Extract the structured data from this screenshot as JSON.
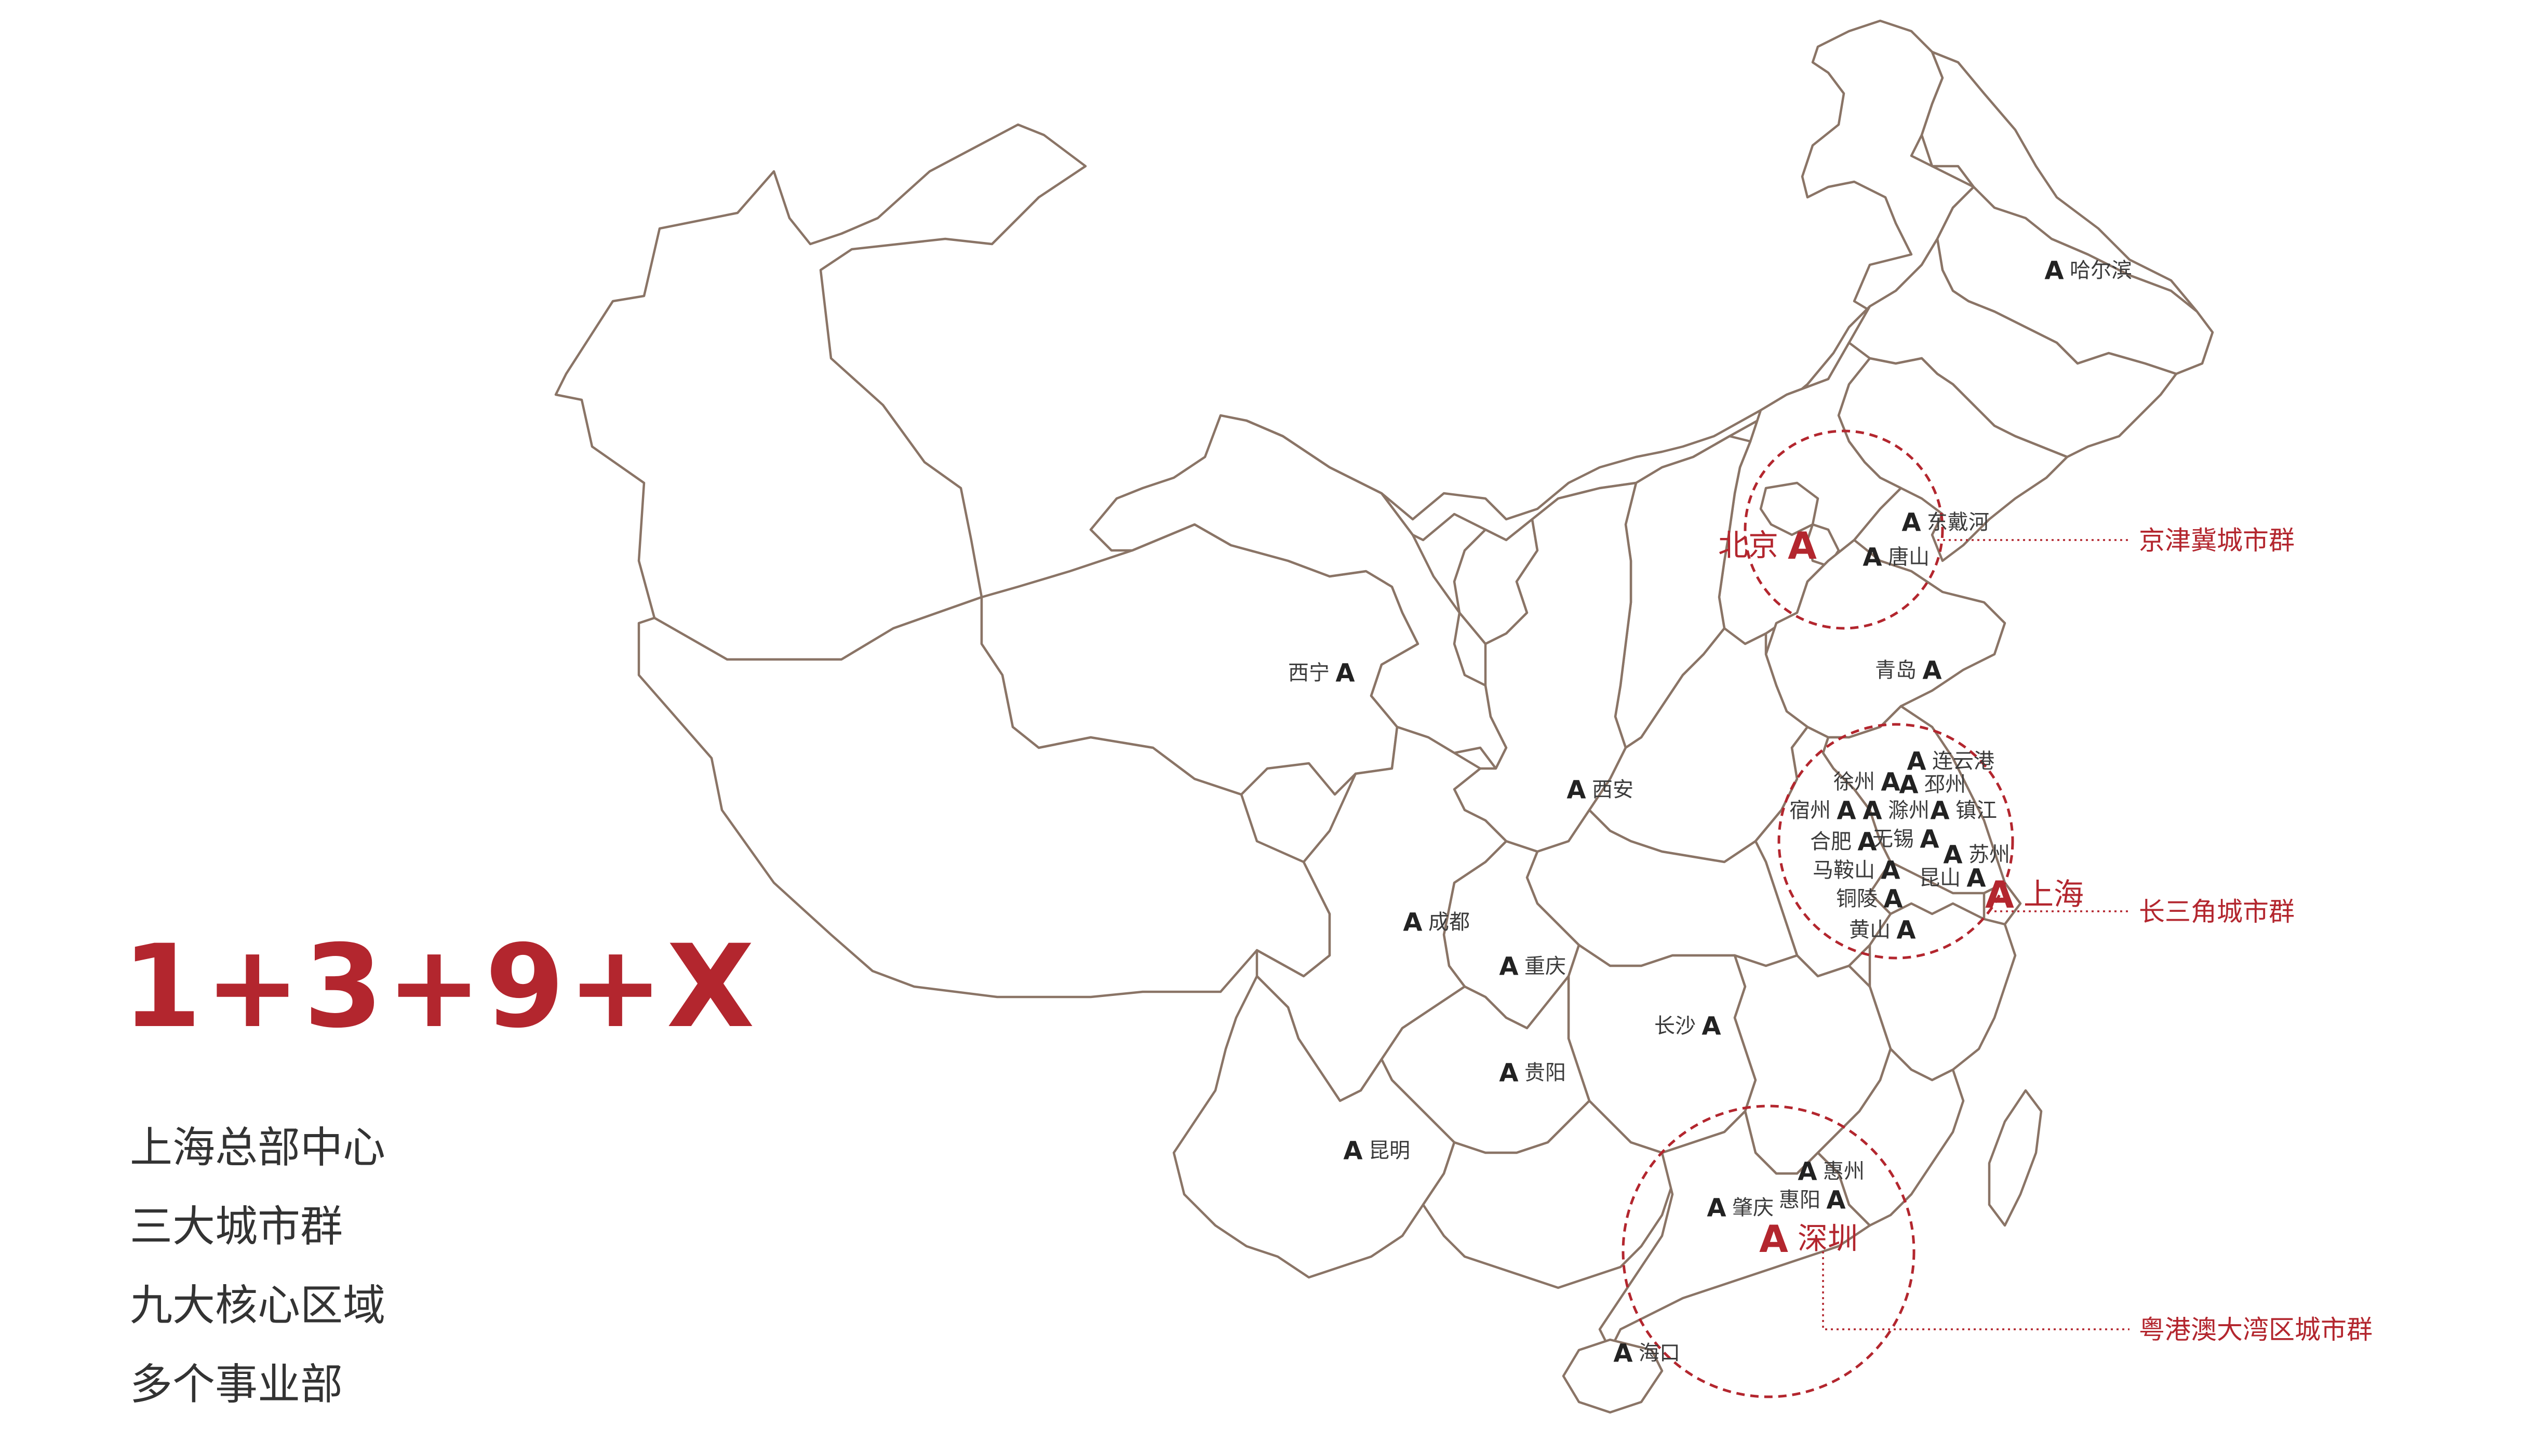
{
  "headline": "1+3+9+X",
  "summary": [
    "上海总部中心",
    "三大城市群",
    "九大核心区域",
    "多个事业部"
  ],
  "pin_icon": "company-a-logo-icon",
  "colors": {
    "accent": "#b3262e",
    "border": "#8a7466",
    "text": "#333333"
  },
  "clusters": [
    {
      "id": "jing-jin-ji",
      "name": "京津冀城市群"
    },
    {
      "id": "yangtze-delta",
      "name": "长三角城市群"
    },
    {
      "id": "greater-bay",
      "name": "粤港澳大湾区城市群"
    }
  ],
  "cities": [
    {
      "id": "harbin",
      "name": "哈尔滨"
    },
    {
      "id": "beijing",
      "name": "北京",
      "major": true
    },
    {
      "id": "dongdaihe",
      "name": "东戴河"
    },
    {
      "id": "tangshan",
      "name": "唐山"
    },
    {
      "id": "qingdao",
      "name": "青岛"
    },
    {
      "id": "xining",
      "name": "西宁"
    },
    {
      "id": "xian",
      "name": "西安"
    },
    {
      "id": "lianyungang",
      "name": "连云港"
    },
    {
      "id": "xuzhou",
      "name": "徐州"
    },
    {
      "id": "pizhou",
      "name": "邳州"
    },
    {
      "id": "suzhou-ah",
      "name": "宿州"
    },
    {
      "id": "chuzhou",
      "name": "滁州"
    },
    {
      "id": "zhenjiang",
      "name": "镇江"
    },
    {
      "id": "hefei",
      "name": "合肥"
    },
    {
      "id": "wuxi",
      "name": "无锡"
    },
    {
      "id": "suzhou",
      "name": "苏州"
    },
    {
      "id": "maanshan",
      "name": "马鞍山"
    },
    {
      "id": "kunshan",
      "name": "昆山"
    },
    {
      "id": "shanghai",
      "name": "上海",
      "major": true
    },
    {
      "id": "tongling",
      "name": "铜陵"
    },
    {
      "id": "huangshan",
      "name": "黄山"
    },
    {
      "id": "chengdu",
      "name": "成都"
    },
    {
      "id": "chongqing",
      "name": "重庆"
    },
    {
      "id": "changsha",
      "name": "长沙"
    },
    {
      "id": "guiyang",
      "name": "贵阳"
    },
    {
      "id": "kunming",
      "name": "昆明"
    },
    {
      "id": "huizhou",
      "name": "惠州"
    },
    {
      "id": "huiyang",
      "name": "惠阳"
    },
    {
      "id": "zhaoqing",
      "name": "肇庆"
    },
    {
      "id": "shenzhen",
      "name": "深圳",
      "major": true
    },
    {
      "id": "haikou",
      "name": "海口"
    }
  ]
}
